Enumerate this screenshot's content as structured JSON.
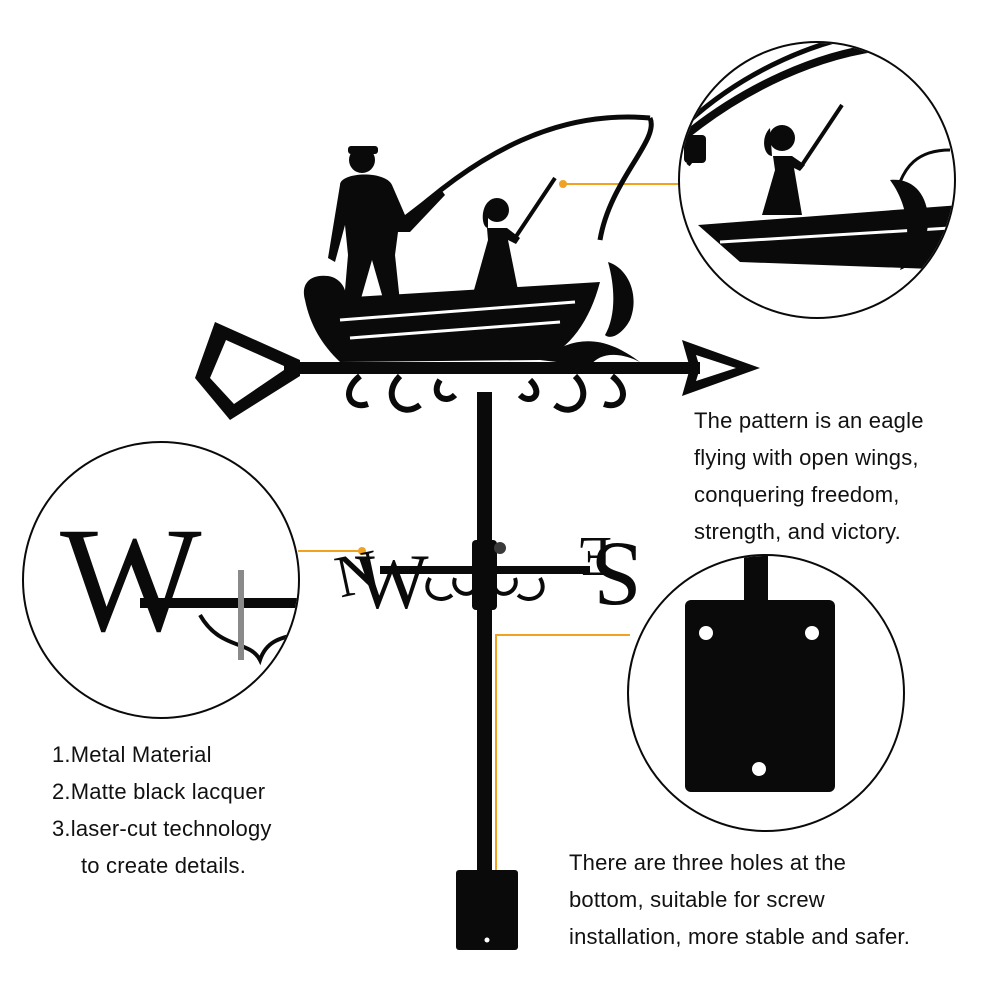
{
  "captions": {
    "pattern_lines": [
      "The pattern is an eagle",
      "flying with open wings,",
      "conquering freedom,",
      "strength, and victory."
    ],
    "feature_lines": [
      "1.Metal Material",
      "2.Matte black lacquer",
      "3.laser-cut technology",
      "to create details."
    ],
    "holes_lines": [
      "There are three holes at the",
      "bottom, suitable for screw",
      "installation, more stable and safer."
    ]
  },
  "compass_letters": {
    "west": "W",
    "north": "N",
    "east": "E",
    "south": "S",
    "zoom_west": "W"
  },
  "colors": {
    "metal": "#0a0a0a",
    "callout": "#f0a322",
    "background": "#ffffff"
  }
}
